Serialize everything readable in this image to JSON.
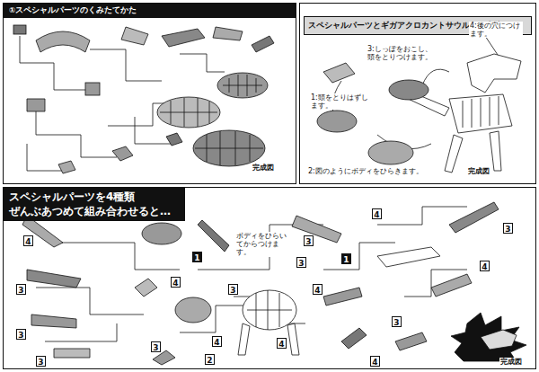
{
  "diagram": {
    "nodes": [
      {
        "text": [
          "①スペシャルパーツのくみたてかた"
        ]
      },
      {
        "text": [
          "スペシャルパーツとギガアクロカントサウルスの合体"
        ]
      },
      {
        "text": [
          "スペシャルパーツを4種類 ぜんぶあつめて組み合わせると…"
        ]
      }
    ],
    "labels": [
      "完成図",
      "1:頭をとりはずします。",
      "2:図のようにボディをひらきます。",
      "3:しっぽをおこし、頭をとりつけます。",
      "4:後の穴につけます。",
      "完成図",
      "ボディをひらいてからつけます。",
      "4",
      "3",
      "3",
      "3",
      "1",
      "4",
      "3",
      "4",
      "3",
      "2",
      "4",
      "4",
      "3",
      "3",
      "4",
      "1",
      "3",
      "4",
      "3",
      "4",
      "完成図"
    ]
  }
}
